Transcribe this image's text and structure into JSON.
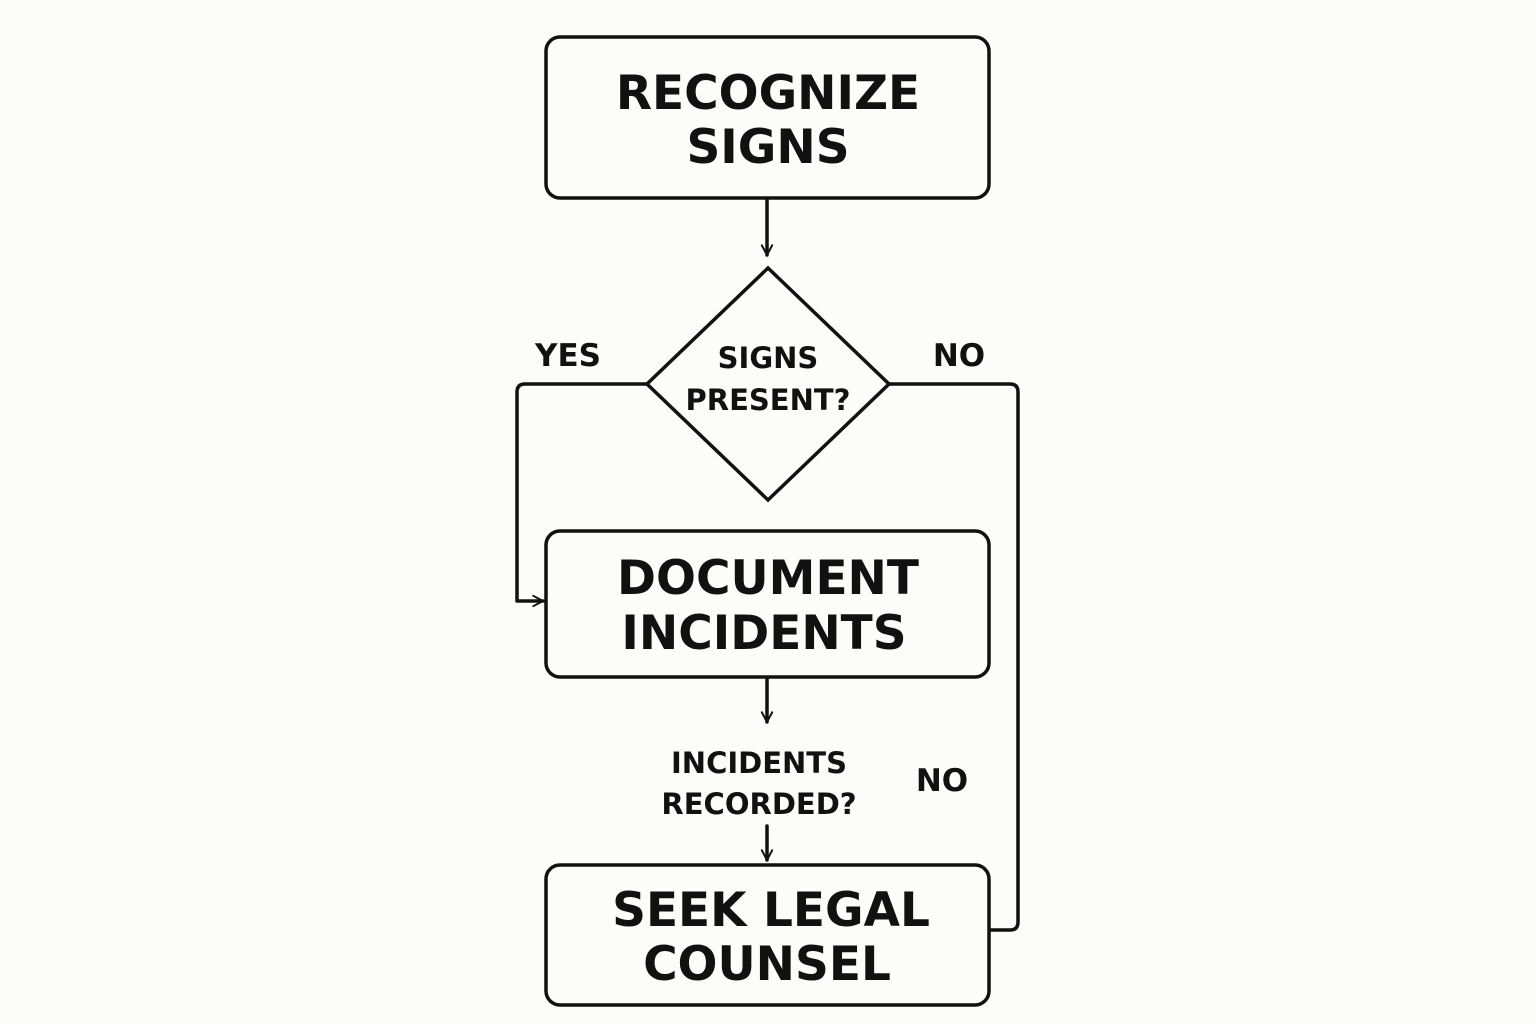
{
  "colors": {
    "background": "#fcfcfa",
    "stroke": "#111111",
    "text": "#111111"
  },
  "nodes": {
    "recognize": {
      "line1": "RECOGNIZE",
      "line2": "SIGNS"
    },
    "signs_present": {
      "line1": "SIGNS",
      "line2": "PRESENT?"
    },
    "document": {
      "line1": "DOCUMENT",
      "line2": "INCIDENTS"
    },
    "incidents_recorded": {
      "line1": "INCIDENTS",
      "line2": "RECORDED?"
    },
    "seek_counsel": {
      "line1": "SEEK LEGAL",
      "line2": "COUNSEL"
    }
  },
  "labels": {
    "yes": "YES",
    "no_top": "NO",
    "no_bottom": "NO"
  }
}
